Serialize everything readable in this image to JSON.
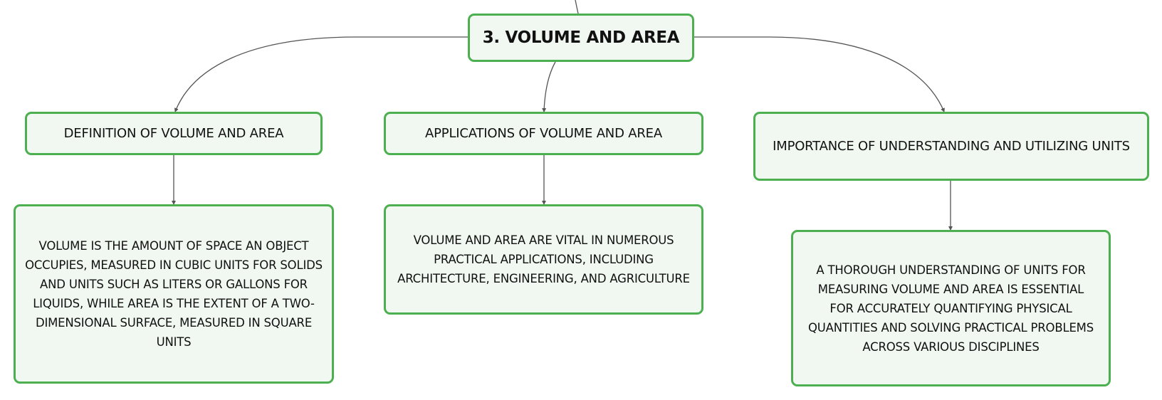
{
  "diagram": {
    "type": "mind-map",
    "root": {
      "label": "3. VOLUME AND AREA"
    },
    "branches": [
      {
        "id": "definition",
        "label": "DEFINITION OF VOLUME AND AREA",
        "detail": "VOLUME IS THE AMOUNT OF SPACE AN OBJECT OCCUPIES, MEASURED IN CUBIC UNITS FOR SOLIDS AND UNITS SUCH AS LITERS OR GALLONS FOR LIQUIDS, WHILE AREA IS THE EXTENT OF A TWO-DIMENSIONAL SURFACE, MEASURED IN SQUARE UNITS"
      },
      {
        "id": "applications",
        "label": "APPLICATIONS OF VOLUME AND AREA",
        "detail": "VOLUME AND AREA ARE VITAL IN NUMEROUS PRACTICAL APPLICATIONS, INCLUDING ARCHITECTURE, ENGINEERING, AND AGRICULTURE"
      },
      {
        "id": "importance",
        "label": "IMPORTANCE OF UNDERSTANDING AND UTILIZING UNITS",
        "detail": "A THOROUGH UNDERSTANDING OF UNITS FOR MEASURING VOLUME AND AREA IS ESSENTIAL FOR ACCURATELY QUANTIFYING PHYSICAL QUANTITIES AND SOLVING PRACTICAL PROBLEMS ACROSS VARIOUS DISCIPLINES"
      }
    ]
  },
  "colors": {
    "node_border": "#4caf50",
    "node_fill": "#f1f8f1",
    "connector": "#555555",
    "text": "#111111"
  }
}
